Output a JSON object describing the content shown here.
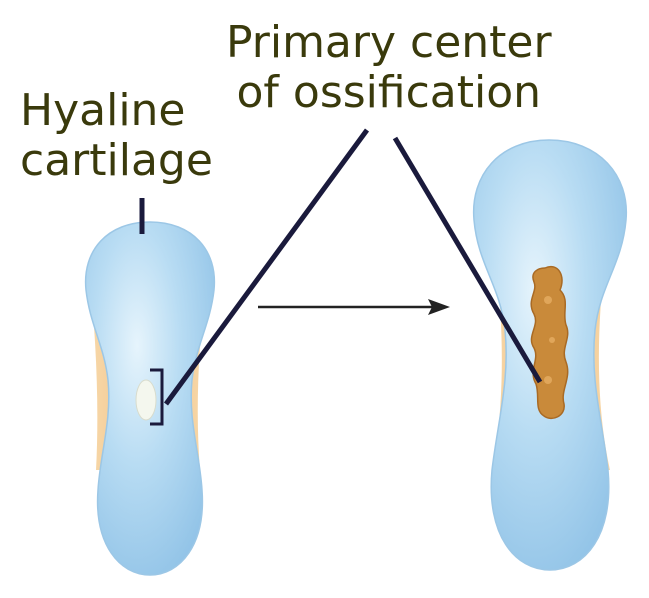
{
  "labels": {
    "hyaline_cartilage": [
      "Hyaline",
      "cartilage"
    ],
    "primary_center": [
      "Primary center",
      "of ossification"
    ]
  },
  "colors": {
    "label_text": "#3a3a0c",
    "leader_line": "#1a1a3c",
    "cartilage_blue": "#a9d2ef",
    "cartilage_highlight": "#dff0fb",
    "bone_collar": "#f3c88e",
    "ossification_center": "#c98a3a",
    "arrow": "#222222"
  }
}
